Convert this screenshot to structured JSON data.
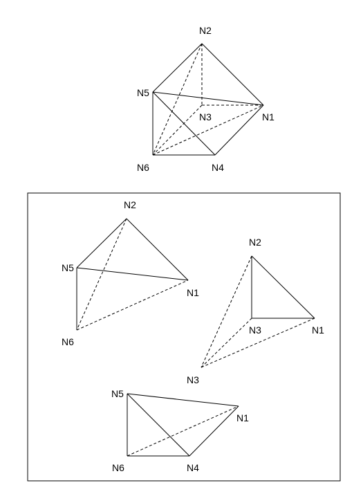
{
  "colors": {
    "stroke": "#000000",
    "background": "#ffffff"
  },
  "node_labels": {
    "n1": "N1",
    "n2": "N2",
    "n3": "N3",
    "n4": "N4",
    "n5": "N5",
    "n6": "N6"
  },
  "figures": [
    {
      "id": "full-polyhedron",
      "nodes": [
        "N1",
        "N2",
        "N3",
        "N4",
        "N5",
        "N6"
      ],
      "solid_edges": [
        [
          "N2",
          "N5"
        ],
        [
          "N2",
          "N1"
        ],
        [
          "N5",
          "N1"
        ],
        [
          "N5",
          "N6"
        ],
        [
          "N6",
          "N4"
        ],
        [
          "N4",
          "N1"
        ],
        [
          "N5",
          "N4"
        ]
      ],
      "dashed_edges": [
        [
          "N2",
          "N3"
        ],
        [
          "N2",
          "N6"
        ],
        [
          "N3",
          "N1"
        ],
        [
          "N3",
          "N6"
        ],
        [
          "N6",
          "N1"
        ]
      ]
    },
    {
      "id": "tetrahedron-n1-n2-n5-n6",
      "nodes": [
        "N1",
        "N2",
        "N5",
        "N6"
      ],
      "solid_edges": [
        [
          "N2",
          "N5"
        ],
        [
          "N2",
          "N1"
        ],
        [
          "N5",
          "N1"
        ],
        [
          "N5",
          "N6"
        ]
      ],
      "dashed_edges": [
        [
          "N2",
          "N6"
        ],
        [
          "N6",
          "N1"
        ]
      ]
    },
    {
      "id": "tetrahedron-n1-n2-n3-n3",
      "nodes": [
        "N1",
        "N2",
        "N3",
        "N3"
      ],
      "solid_edges": [
        [
          "N2",
          "N1"
        ],
        [
          "N2",
          "N3"
        ],
        [
          "N3",
          "N1"
        ]
      ],
      "dashed_edges": [
        [
          "N2",
          "N3"
        ],
        [
          "N3",
          "N1"
        ],
        [
          "N3",
          "N3"
        ]
      ]
    },
    {
      "id": "tetrahedron-n1-n4-n5-n6",
      "nodes": [
        "N1",
        "N4",
        "N5",
        "N6"
      ],
      "solid_edges": [
        [
          "N5",
          "N1"
        ],
        [
          "N5",
          "N6"
        ],
        [
          "N6",
          "N4"
        ],
        [
          "N5",
          "N4"
        ],
        [
          "N4",
          "N1"
        ]
      ],
      "dashed_edges": [
        [
          "N6",
          "N1"
        ]
      ]
    }
  ]
}
